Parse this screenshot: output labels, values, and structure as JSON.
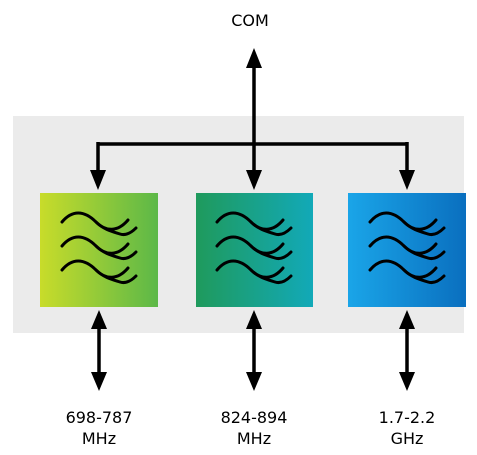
{
  "common_port": {
    "label": "COM"
  },
  "filters": [
    {
      "id": "low",
      "label_line1": "698-787",
      "label_line2": "MHz",
      "gradient": [
        "#c8dc2a",
        "#5cb848"
      ]
    },
    {
      "id": "mid",
      "label_line1": "824-894",
      "label_line2": "MHz",
      "gradient": [
        "#1f9a5c",
        "#12a9b8"
      ]
    },
    {
      "id": "high",
      "label_line1": "1.7-2.2",
      "label_line2": "GHz",
      "gradient": [
        "#1aa5e8",
        "#0a6fbf"
      ]
    }
  ],
  "colors": {
    "background_panel": "#ebebeb",
    "lines": "#000000",
    "filter_icon": "#000000"
  },
  "icon": "filter-wave-icon"
}
